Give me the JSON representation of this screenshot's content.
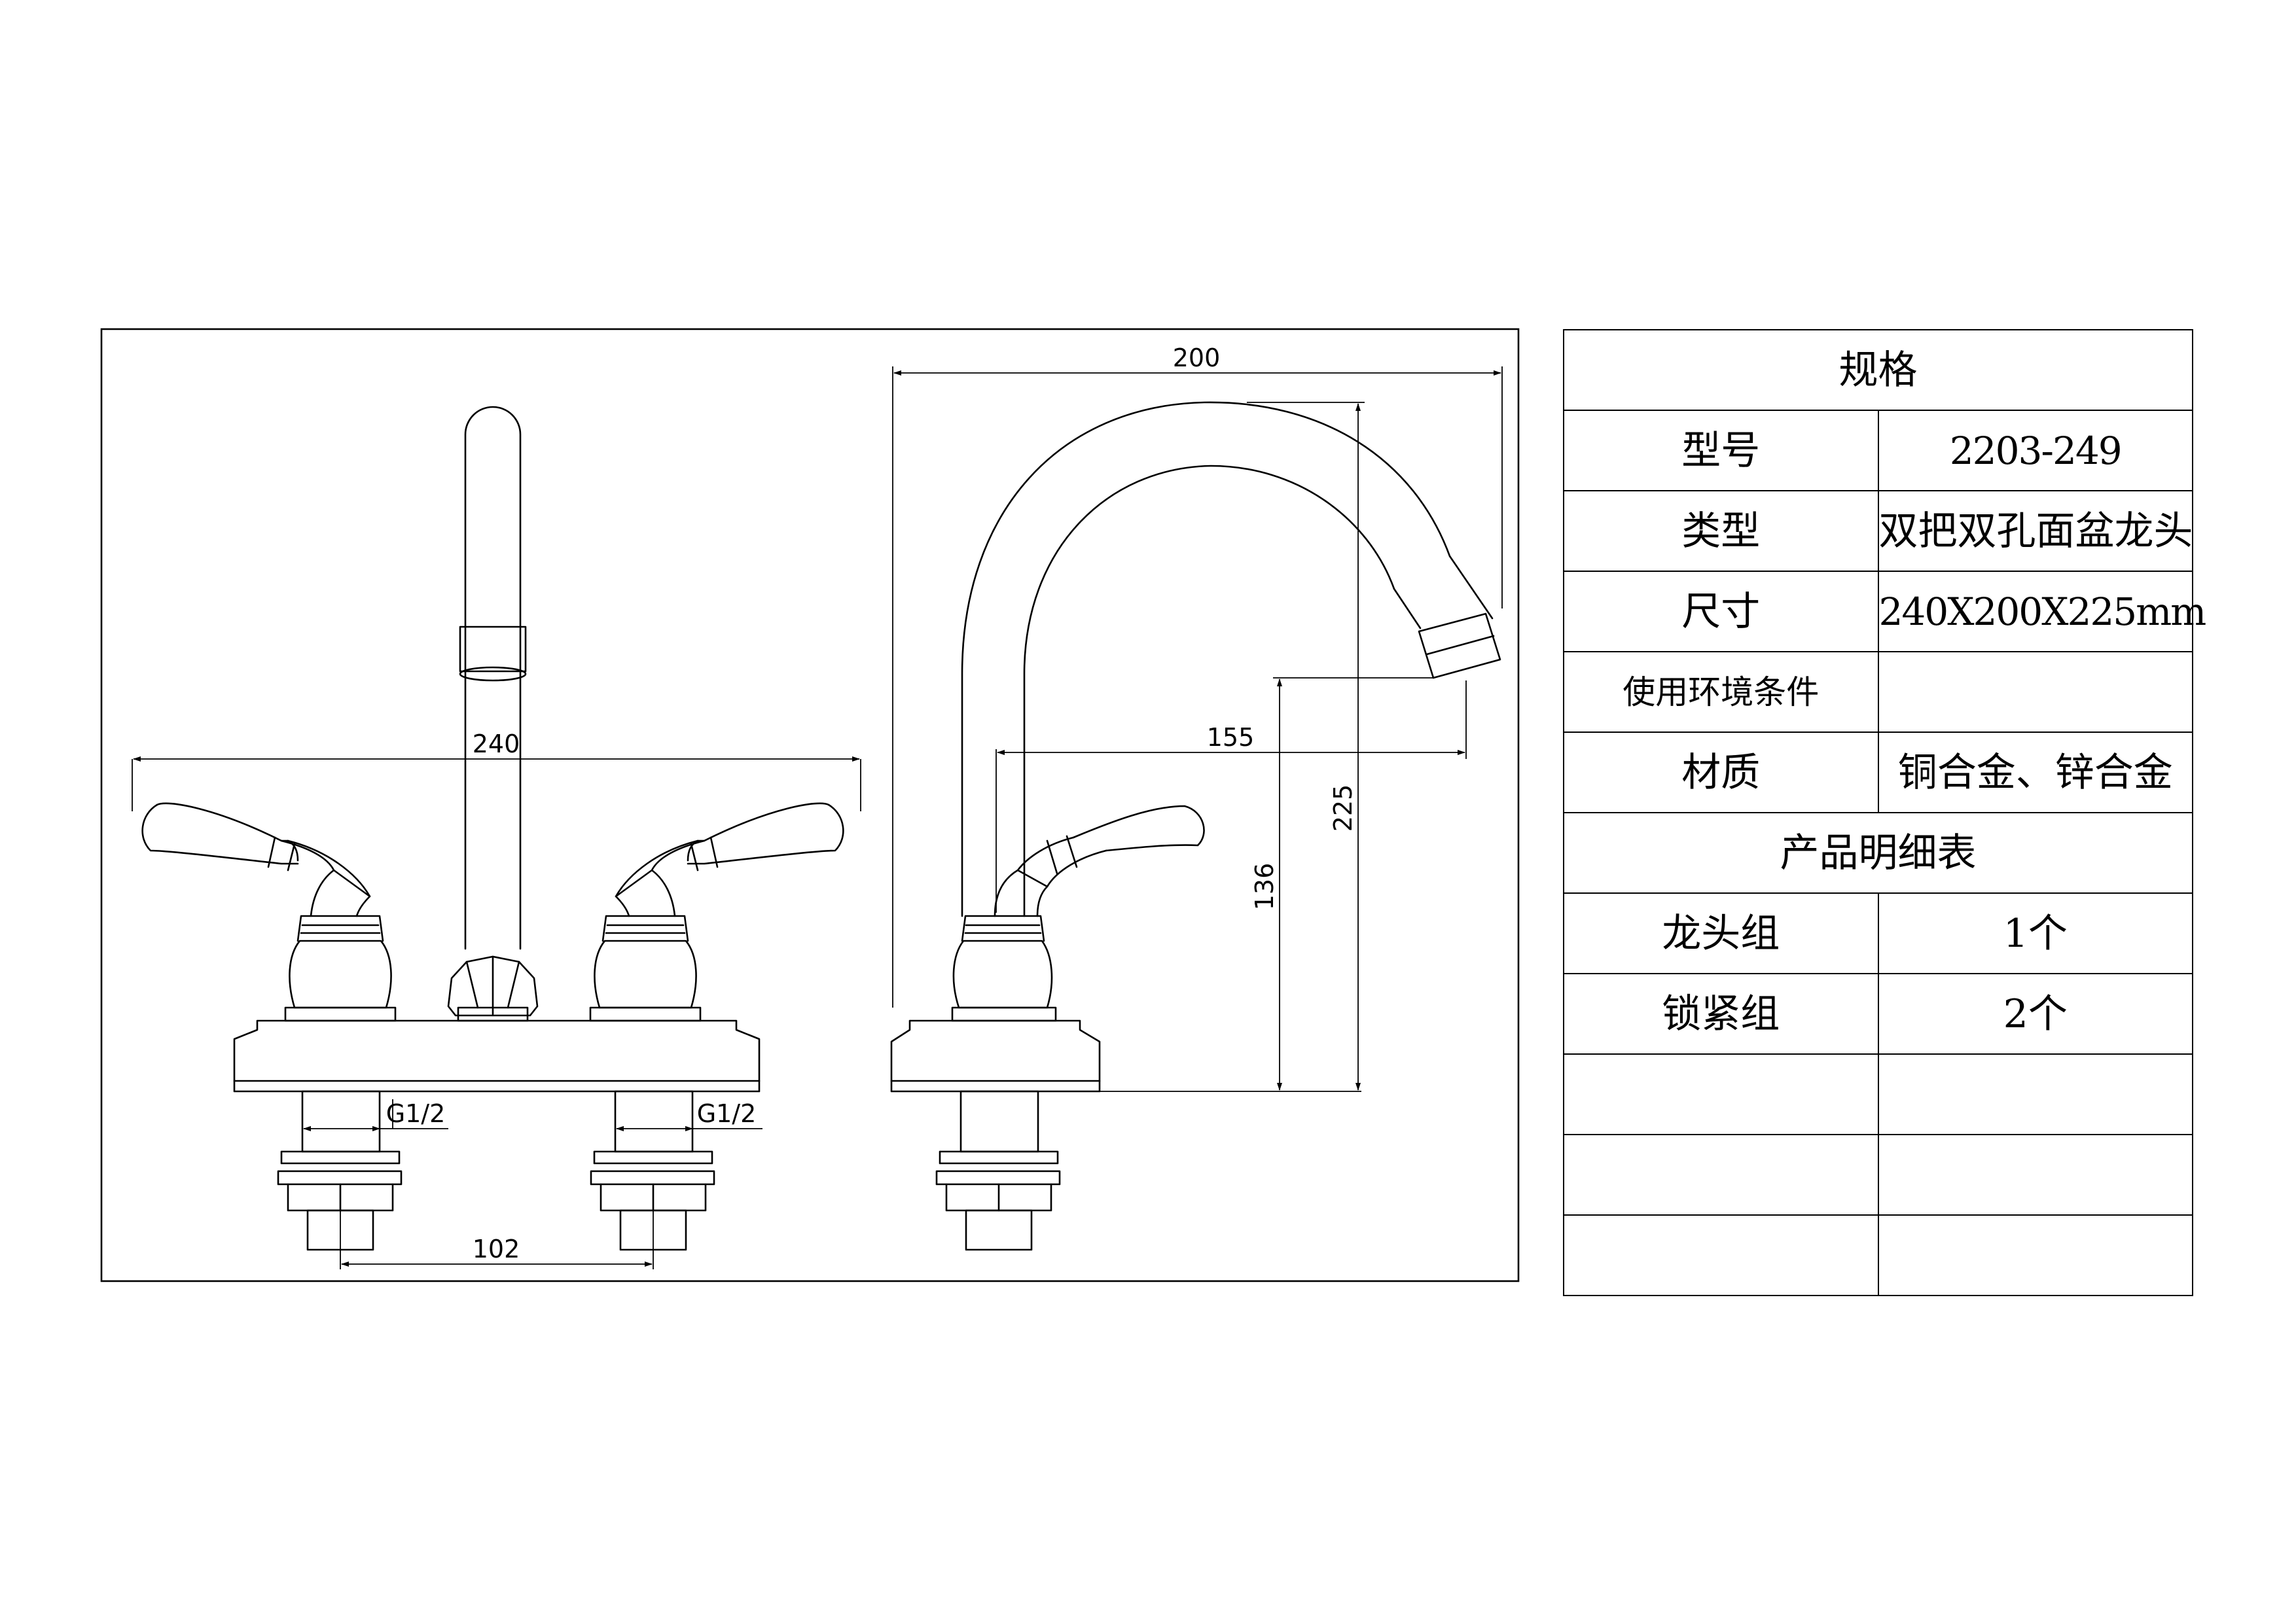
{
  "drawing": {
    "front_view": {
      "dim_overall_width": "240",
      "dim_thread_left": "G1/2",
      "dim_thread_right": "G1/2",
      "dim_hole_spacing": "102"
    },
    "side_view": {
      "dim_overall_depth": "200",
      "dim_spout_reach": "155",
      "dim_outlet_height": "136",
      "dim_overall_height": "225"
    }
  },
  "spec_table": {
    "title": "规格",
    "rows": [
      {
        "label": "型号",
        "value": "2203-249"
      },
      {
        "label": "类型",
        "value": "双把双孔面盆龙头"
      },
      {
        "label": "尺寸",
        "value": "240X200X225mm"
      },
      {
        "label": "使用环境条件",
        "value": ""
      },
      {
        "label": "材质",
        "value": "铜合金、锌合金"
      }
    ],
    "section_title": "产品明细表",
    "items": [
      {
        "label": "龙头组",
        "value": "1个"
      },
      {
        "label": "锁紧组",
        "value": "2个"
      },
      {
        "label": "",
        "value": ""
      },
      {
        "label": "",
        "value": ""
      },
      {
        "label": "",
        "value": ""
      }
    ]
  }
}
